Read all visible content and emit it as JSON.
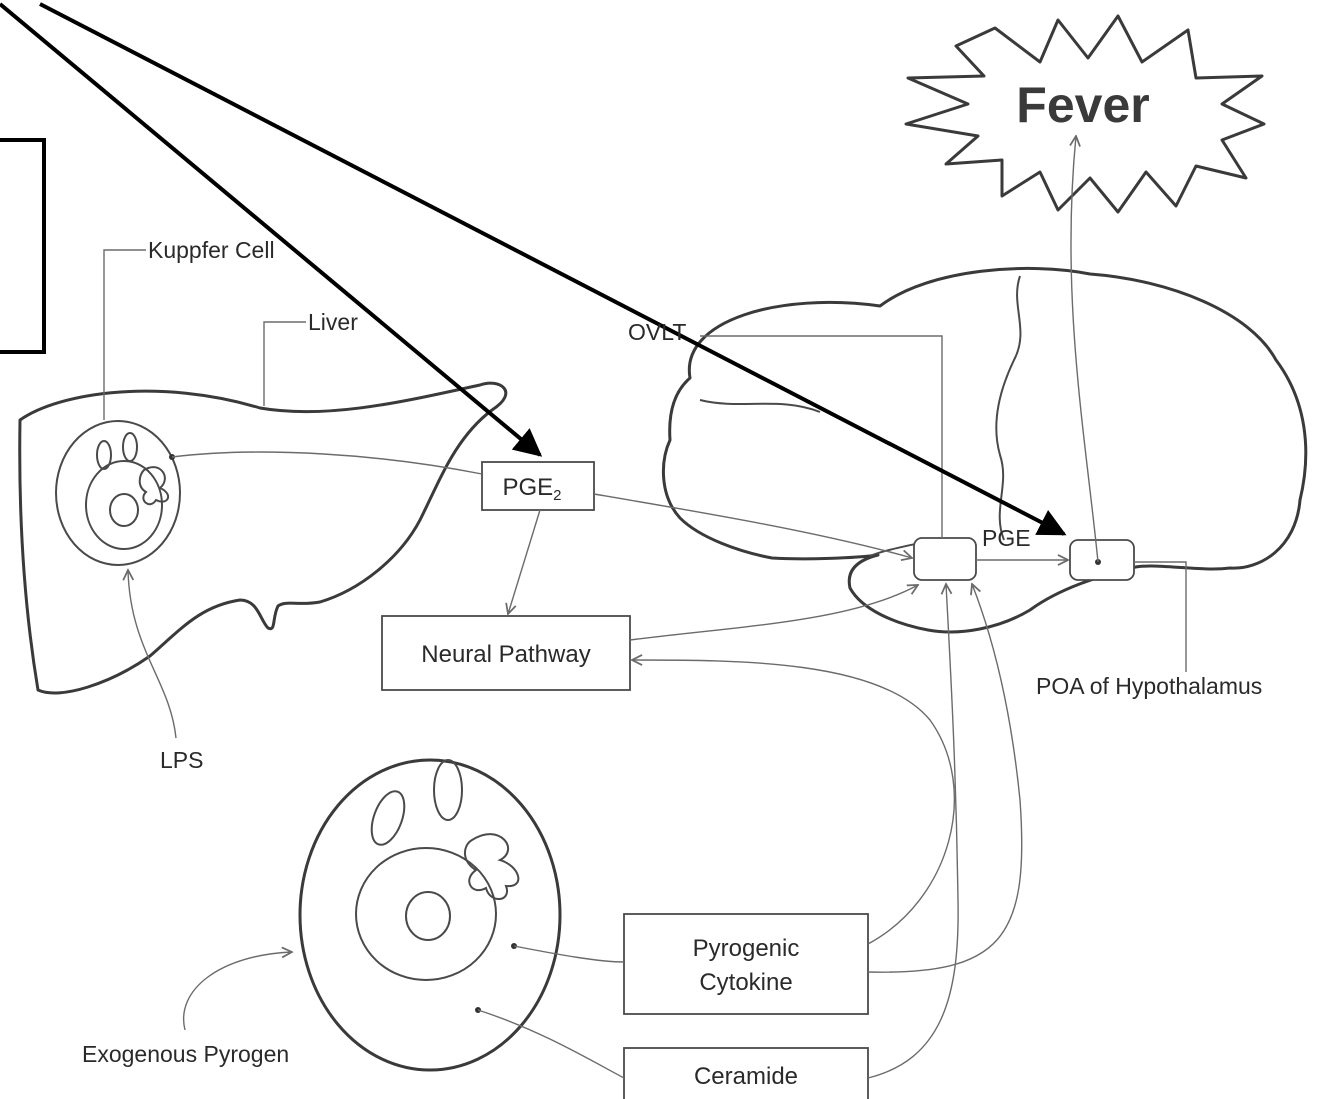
{
  "labels": {
    "fever": "Fever",
    "kupffer_cell": "Kuppfer Cell",
    "liver": "Liver",
    "ovlt": "OVLT",
    "pge2_liver_main": "PGE",
    "pge2_liver_sub": "2",
    "pge2_brain": "PGE",
    "neural_pathway": "Neural Pathway",
    "poa_hypothalamus": "POA of Hypothalamus",
    "lps": "LPS",
    "exogenous_pyrogen": "Exogenous Pyrogen",
    "pyrogenic_line1": "Pyrogenic",
    "pyrogenic_line2": "Cytokine",
    "ceramide": "Ceramide"
  },
  "colors": {
    "ink": "#3a3a3a",
    "thin_line": "#6b6b6b",
    "highlight_arrow": "#000000",
    "background": "#ffffff"
  }
}
